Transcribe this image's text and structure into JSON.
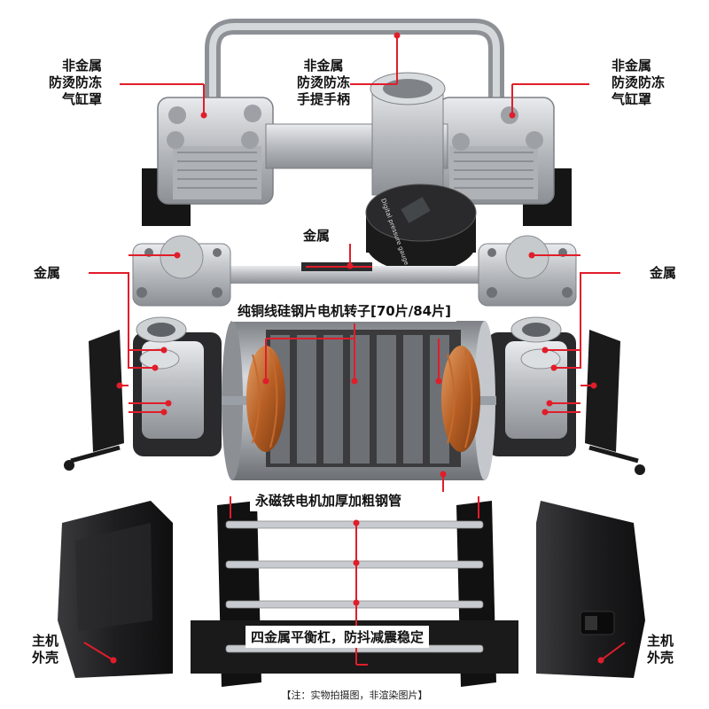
{
  "labels": {
    "top_left": "非金属\n防烫防冻\n气缸罩",
    "top_center": "非金属\n防烫防冻\n手提手柄",
    "top_right": "非金属\n防烫防冻\n气缸罩",
    "metal_center": "金属",
    "metal_left": "金属",
    "metal_right": "金属",
    "rotor": "纯铜线硅钢片电机转子[70片/84片]",
    "steel_tube": "永磁铁电机加厚加粗钢管",
    "balance_bar": "四金属平衡杠，防抖减震稳定",
    "shell_left": "主机\n外壳",
    "shell_right": "主机\n外壳"
  },
  "gauge_text": "Digital pressure gauge",
  "footnote": "【注：实物拍摄图，非渲染图片】",
  "colors": {
    "callout": "#e11d2a",
    "metal": "#b9bcc0",
    "dark": "#1d1d1f",
    "copper": "#c46a2e"
  }
}
